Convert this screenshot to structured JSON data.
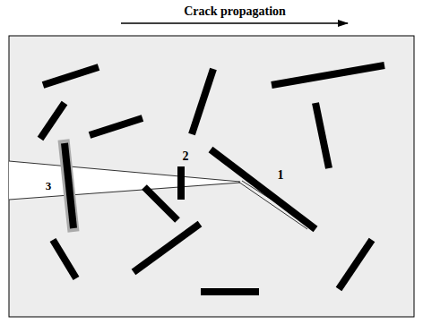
{
  "diagram": {
    "labels": [
      "Crack propagation",
      "1",
      "2",
      "3"
    ]
  }
}
